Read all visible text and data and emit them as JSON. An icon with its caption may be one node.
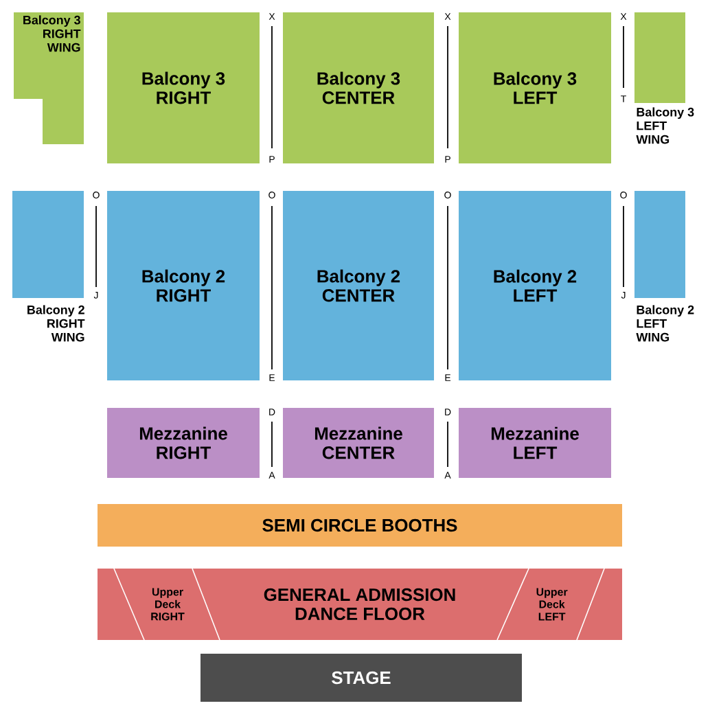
{
  "diagram": {
    "nodes": [
      {
        "text": [
          "Balcony 3 RIGHT WING"
        ]
      },
      {
        "text": [
          "Balcony 3 RIGHT"
        ]
      },
      {
        "text": [
          "Balcony 3 CENTER"
        ]
      },
      {
        "text": [
          "Balcony 3 LEFT"
        ]
      },
      {
        "text": [
          "Balcony 3 LEFT WING"
        ]
      },
      {
        "text": [
          "Balcony 2 RIGHT WING"
        ]
      },
      {
        "text": [
          "Balcony 2 RIGHT"
        ]
      },
      {
        "text": [
          "Balcony 2 CENTER"
        ]
      },
      {
        "text": [
          "Balcony 2 LEFT"
        ]
      },
      {
        "text": [
          "Balcony 2 LEFT WING"
        ]
      },
      {
        "text": [
          "Mezzanine RIGHT"
        ]
      },
      {
        "text": [
          "Mezzanine CENTER"
        ]
      },
      {
        "text": [
          "Mezzanine LEFT"
        ]
      },
      {
        "text": [
          "SEMI CIRCLE BOOTHS"
        ]
      },
      {
        "text": [
          "GENERAL ADMISSION DANCE FLOOR"
        ]
      },
      {
        "text": [
          "Upper Deck RIGHT"
        ],
        "in": 14
      },
      {
        "text": [
          "Upper Deck LEFT"
        ],
        "in": 14
      },
      {
        "text": [
          "STAGE"
        ]
      }
    ],
    "labels": [
      "X",
      "P",
      "X",
      "P",
      "X",
      "T",
      "O",
      "J",
      "O",
      "E",
      "O",
      "E",
      "O",
      "J",
      "D",
      "A",
      "D",
      "A"
    ]
  }
}
